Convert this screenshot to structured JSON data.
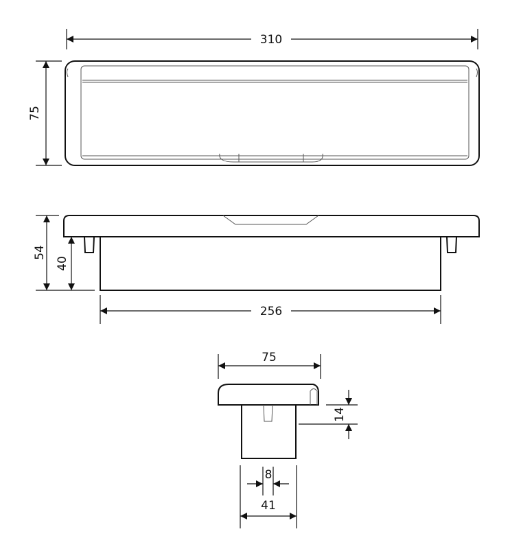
{
  "views": {
    "top": {
      "width_label": "310",
      "height_label": "75"
    },
    "side": {
      "total_height_label": "54",
      "body_height_label": "40",
      "body_width_label": "256"
    },
    "end": {
      "width_label": "75",
      "offset_label": "14",
      "peg_width_label": "8",
      "body_width_label": "41"
    }
  }
}
